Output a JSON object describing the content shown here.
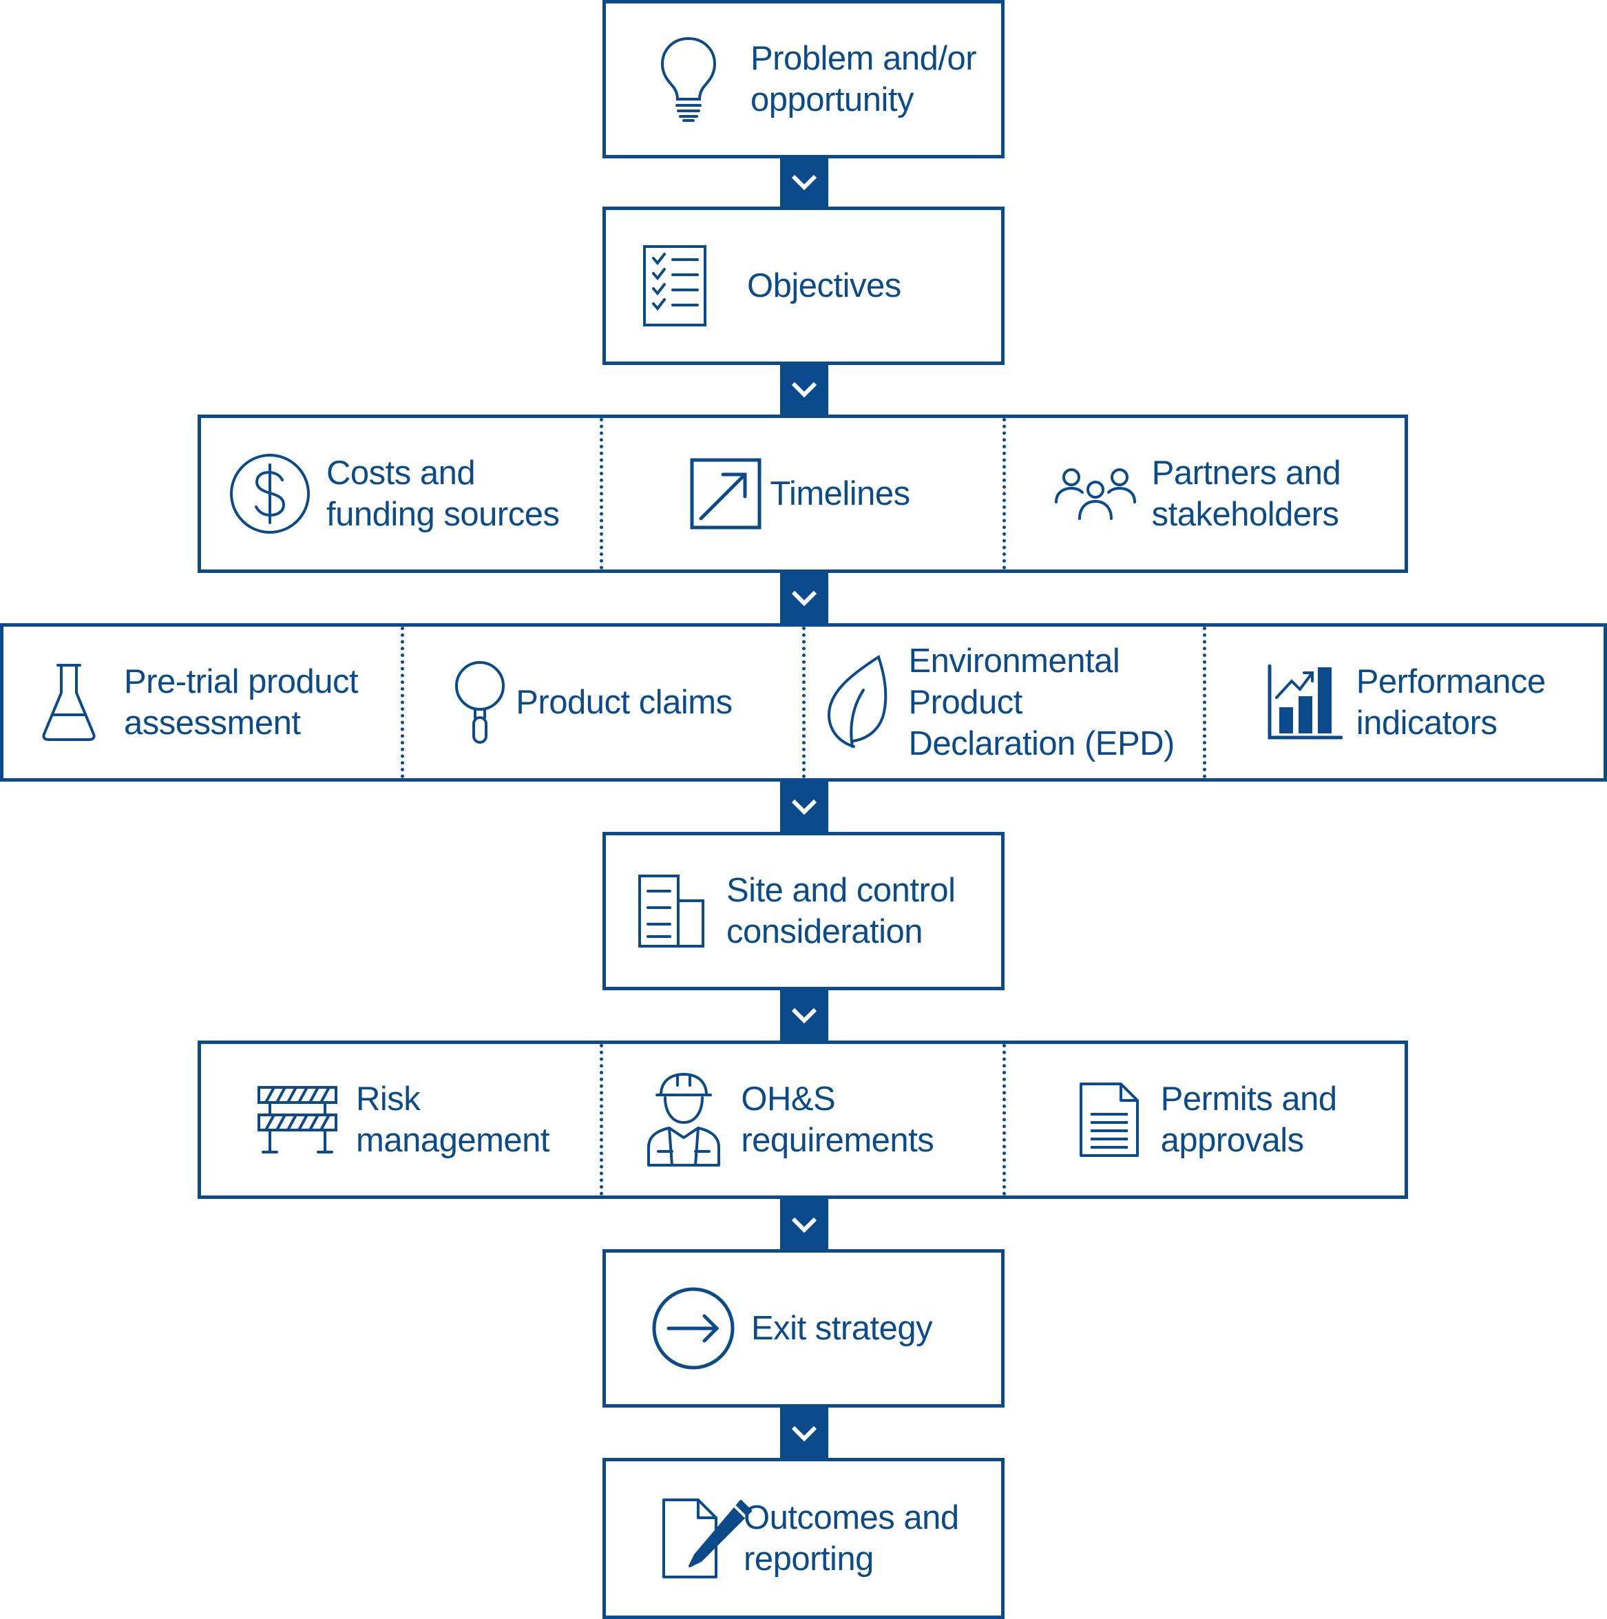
{
  "colors": {
    "primary": "#0b4a8b",
    "background": "#ffffff"
  },
  "steps": [
    {
      "label": "Problem and/or\nopportunity",
      "icon": "lightbulb-icon"
    },
    {
      "label": "Objectives",
      "icon": "checklist-icon"
    },
    {
      "items": [
        {
          "label": "Costs and\nfunding sources",
          "icon": "dollar-circle-icon"
        },
        {
          "label": "Timelines",
          "icon": "arrow-up-right-square-icon"
        },
        {
          "label": "Partners and\nstakeholders",
          "icon": "people-group-icon"
        }
      ]
    },
    {
      "items": [
        {
          "label": "Pre-trial product\nassessment",
          "icon": "flask-icon"
        },
        {
          "label": "Product claims",
          "icon": "magnifier-icon"
        },
        {
          "label": "Environmental\nProduct\nDeclaration (EPD)",
          "icon": "leaf-icon"
        },
        {
          "label": "Performance\nindicators",
          "icon": "bar-chart-icon"
        }
      ]
    },
    {
      "label": "Site and control\nconsideration",
      "icon": "buildings-icon"
    },
    {
      "items": [
        {
          "label": "Risk\nmanagement",
          "icon": "barrier-icon"
        },
        {
          "label": "OH&S\nrequirements",
          "icon": "worker-hardhat-icon"
        },
        {
          "label": "Permits and\napprovals",
          "icon": "document-icon"
        }
      ]
    },
    {
      "label": "Exit strategy",
      "icon": "arrow-circle-icon"
    },
    {
      "label": "Outcomes and\nreporting",
      "icon": "pen-document-icon"
    }
  ]
}
